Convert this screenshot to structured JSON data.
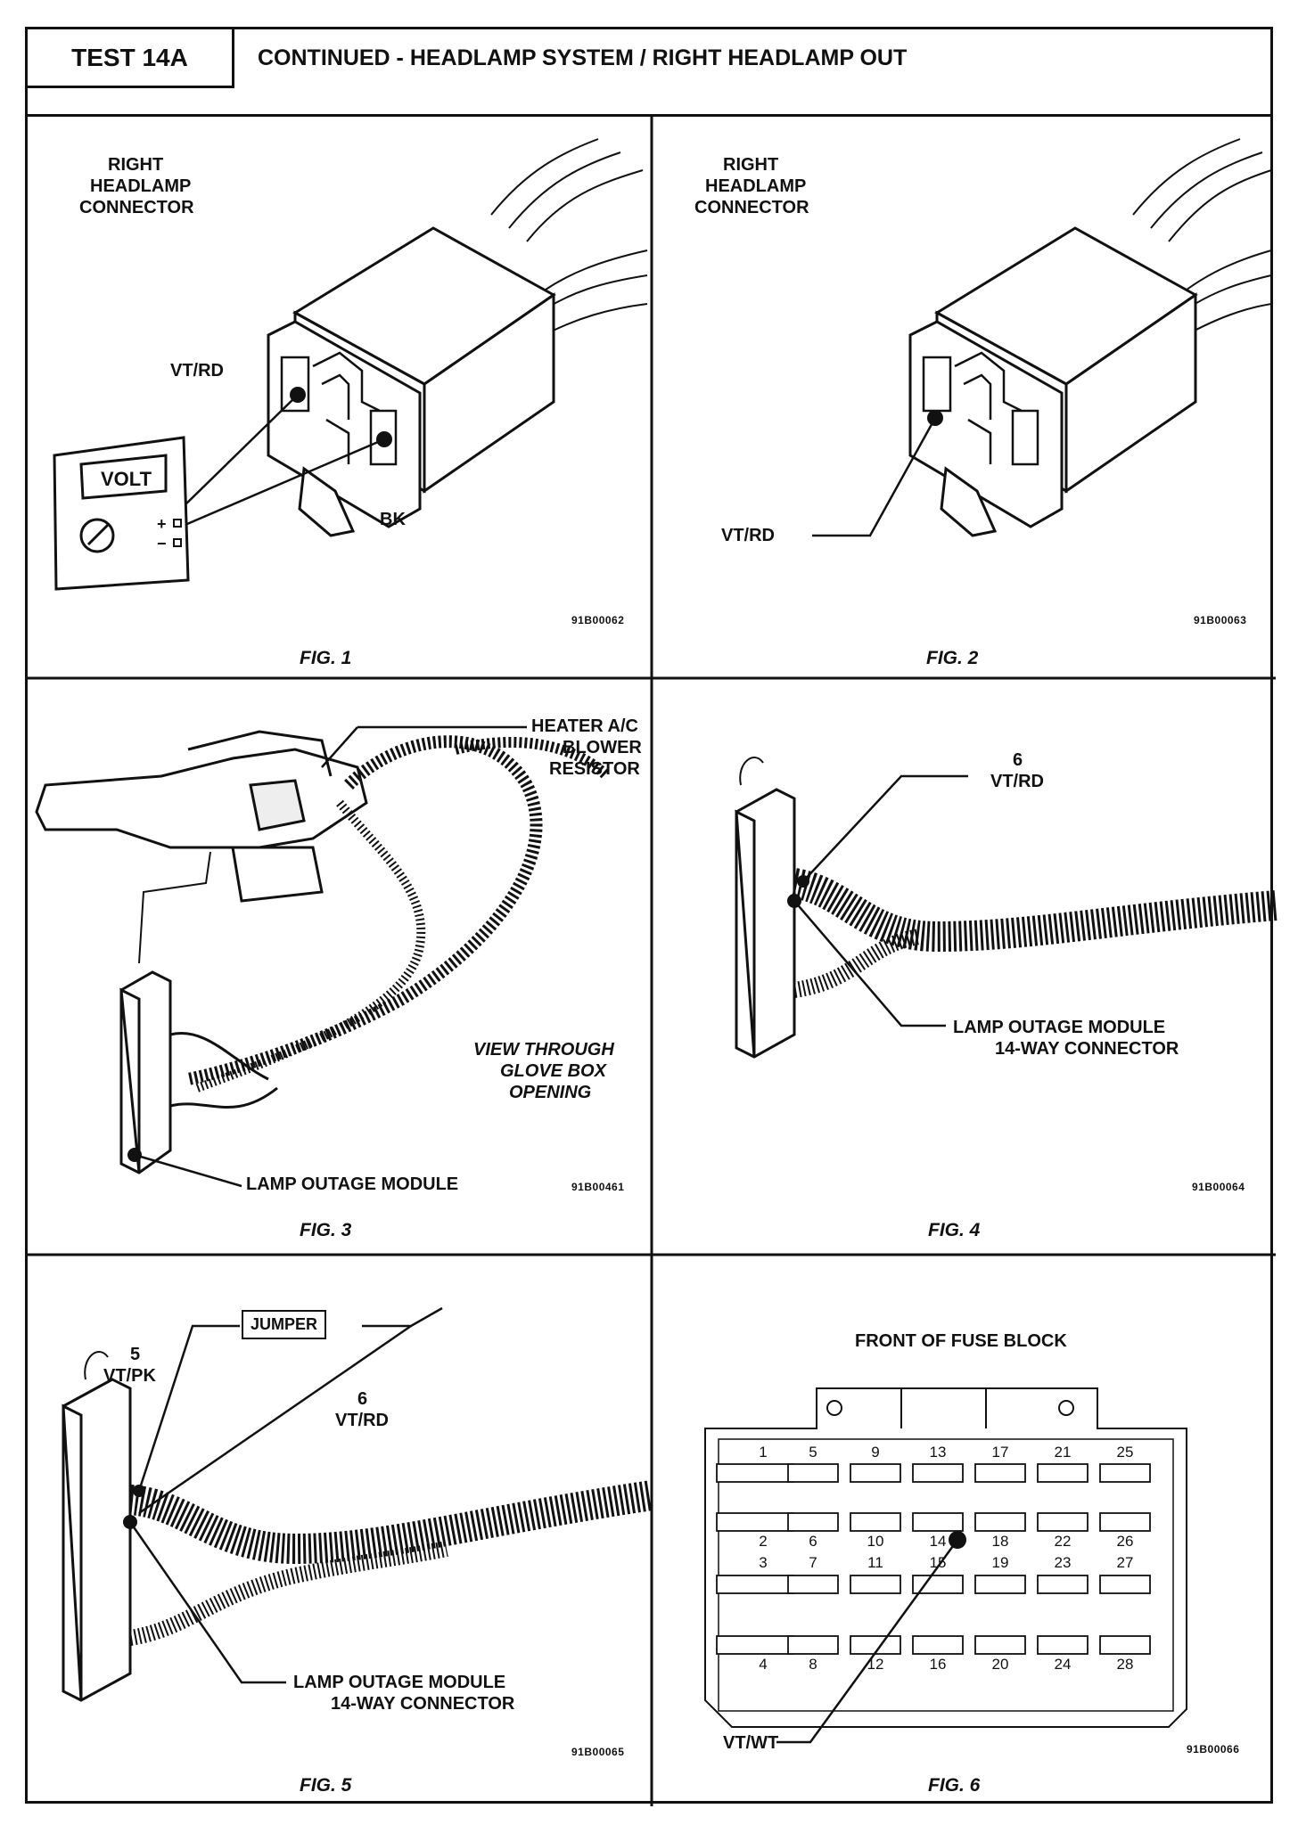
{
  "header": {
    "test_label": "TEST 14A",
    "title": "CONTINUED - HEADLAMP SYSTEM / RIGHT HEADLAMP OUT"
  },
  "fig1": {
    "connector_label_1": "RIGHT",
    "connector_label_2": "HEADLAMP",
    "connector_label_3": "CONNECTOR",
    "wire_vtrd": "VT/RD",
    "wire_bk": "BK",
    "meter_label": "VOLT",
    "plus": "+",
    "minus": "−",
    "code": "91B00062",
    "caption": "FIG. 1"
  },
  "fig2": {
    "connector_label_1": "RIGHT",
    "connector_label_2": "HEADLAMP",
    "connector_label_3": "CONNECTOR",
    "wire_vtrd": "VT/RD",
    "code": "91B00063",
    "caption": "FIG. 2"
  },
  "fig3": {
    "heater_1": "HEATER A/C",
    "heater_2": "BLOWER",
    "heater_3": "RESISTOR",
    "view_1": "VIEW THROUGH",
    "view_2": "GLOVE BOX",
    "view_3": "OPENING",
    "module": "LAMP OUTAGE MODULE",
    "code": "91B00461",
    "caption": "FIG. 3"
  },
  "fig4": {
    "pin_num": "6",
    "pin_wire": "VT/RD",
    "module_1": "LAMP OUTAGE MODULE",
    "module_2": "14-WAY CONNECTOR",
    "code": "91B00064",
    "caption": "FIG. 4"
  },
  "fig5": {
    "jumper": "JUMPER",
    "pin5_num": "5",
    "pin5_wire": "VT/PK",
    "pin6_num": "6",
    "pin6_wire": "VT/RD",
    "module_1": "LAMP OUTAGE MODULE",
    "module_2": "14-WAY CONNECTOR",
    "code": "91B00065",
    "caption": "FIG. 5"
  },
  "fig6": {
    "title": "FRONT OF FUSE BLOCK",
    "wire_vtwt": "VT/WT",
    "code": "91B00066",
    "caption": "FIG. 6",
    "row1_top_numbers": [
      "1",
      "5",
      "9",
      "13",
      "17",
      "21",
      "25"
    ],
    "row2_bottom_numbers": [
      "2",
      "6",
      "10",
      "14",
      "18",
      "22",
      "26"
    ],
    "row3_top_numbers": [
      "3",
      "7",
      "11",
      "15",
      "19",
      "23",
      "27"
    ],
    "row4_bottom_numbers": [
      "4",
      "8",
      "12",
      "16",
      "20",
      "24",
      "28"
    ]
  }
}
